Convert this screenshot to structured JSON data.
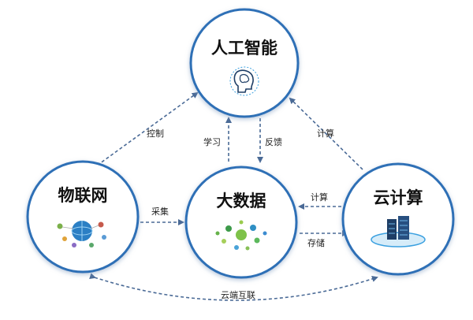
{
  "nodes": {
    "ai": {
      "title": "人工智能"
    },
    "iot": {
      "title": "物联网"
    },
    "bigdata": {
      "title": "大数据"
    },
    "cloud": {
      "title": "云计算"
    }
  },
  "edges": {
    "control": "控制",
    "learn": "学习",
    "feedback": "反馈",
    "compute_ai": "计算",
    "collect": "采集",
    "compute_data": "计算",
    "store": "存储",
    "cloud_iot": "云端互联"
  },
  "colors": {
    "circle_stroke": "#2f6fb6",
    "arrow": "#4a6a96",
    "accent": "#3aa0e0"
  }
}
